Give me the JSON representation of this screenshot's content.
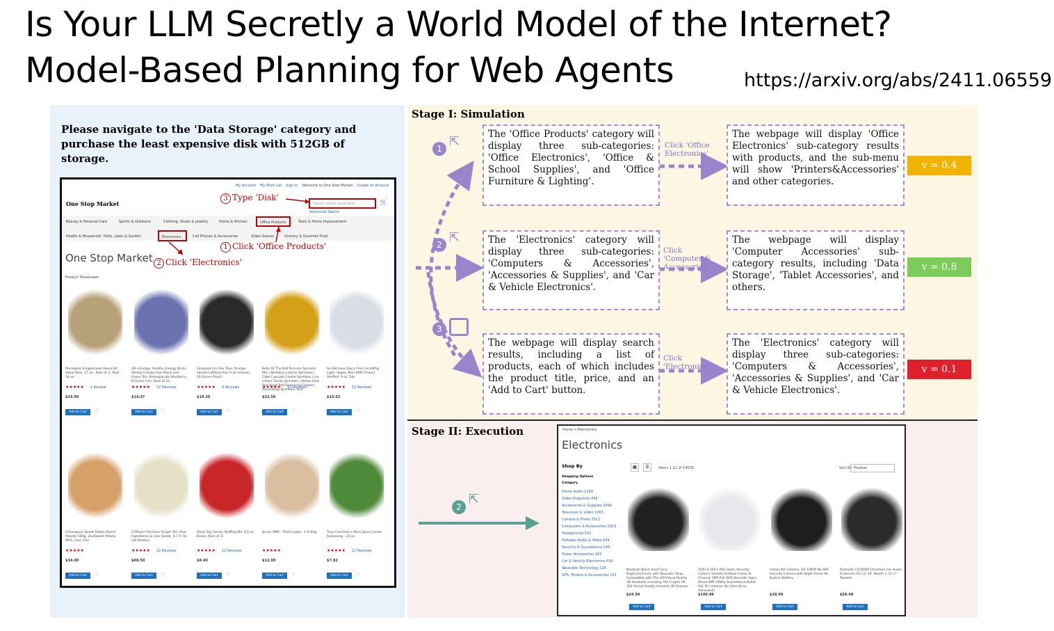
{
  "title_line1": "Is Your LLM Secretly a World Model of the Internet?",
  "title_line2": "Model-Based Planning for Web Agents",
  "arxiv_url": "https://arxiv.org/abs/2411.06559",
  "task_instruction": "Please navigate to the 'Data Storage' category and purchase the least expensive disk with 512GB of storage.",
  "shop": {
    "top_links": [
      "My Account",
      "My Wish List",
      "Sign In",
      "Welcome to One Stop Market",
      "Create an Account"
    ],
    "logo": "One Stop Market",
    "search_placeholder": "Search entire store here...",
    "advanced_search": "Advanced Search",
    "nav_row1": [
      "Beauty & Personal Care",
      "Sports & Outdoors",
      "Clothing, Shoes & Jewelry",
      "Home & Kitchen",
      "Office Products",
      "Tools & Home Improvement"
    ],
    "nav_row2": [
      "Health & Household",
      "Patio, Lawn & Garden",
      "Electronics",
      "Cell Phones & Accessories",
      "Video Games",
      "Grocery & Gourmet Food"
    ],
    "heading": "One Stop Market",
    "showcase": "Product Showcases",
    "cart_label": "Add to Cart",
    "annotations": {
      "type_disk": "Type 'Disk'",
      "click_office": "Click 'Office Products'",
      "click_electronics": "Click 'Electronics'",
      "n1": "1",
      "n2": "2",
      "n3": "3"
    },
    "products_row1": [
      {
        "desc": "Pre-baked Gingerbread House Kit Value Pack, 17 oz., Pack of 2, Total 34 oz.",
        "reviews": "1 Review",
        "price": "$19.99",
        "color": "#b7a17a"
      },
      {
        "desc": "V8 +Energy, Healthy Energy Drink, Steady Energy from Black and Green Tea, Pomegranate Blueberry, 8 Ounce Can ,Pack of 24",
        "reviews": "12 Reviews",
        "price": "$14.47",
        "color": "#6a73b0"
      },
      {
        "desc": "Elmwood Inn Fine Teas, Orange Vanilla Caffeine-free Fruit Infusion, 16-Ounce Pouch",
        "reviews": "4 Reviews",
        "price": "$19.36",
        "color": "#2a2a2a"
      },
      {
        "desc": "Belle Of The Ball Princess Sprinkle Mix | Wedding Colorful Sprinkles | Cake Cupcake Cookie Sprinkles | Ice cream Candy Sprinkles | Yellow Gold Red Royal Red Rose Icing Flowers Decorating Sprinkles, 8OZ",
        "reviews": "12 Reviews",
        "price": "$23.50",
        "color": "#d4a017"
      },
      {
        "desc": "So Delicious Dairy Free CocoWhip Light, Vegan, Non-GMO Project Verified, 9 oz, Tub",
        "reviews": "12 Reviews",
        "price": "$15.62",
        "color": "#d9dde6"
      }
    ],
    "products_row2": [
      {
        "desc": "Cheongeun Sweet Potato Starch Powder 500g, 2ea(Sweet Potato 99%, Corn 1%)",
        "price": "$34.00",
        "color": "#d6a06a"
      },
      {
        "desc": "Q Mixers Premium Ginger Ale: Real Ingredients & Less Sweet, 6.7 Fl Oz (24 Bottles)",
        "reviews": "12 Reviews",
        "price": "$68.50",
        "color": "#e5e0c6"
      },
      {
        "desc": "Stove Top Turkey Stuffing Mix (12 oz Boxes, Pack of 2)",
        "reviews": "12 Reviews",
        "price": "$8.49",
        "color": "#c9262a"
      },
      {
        "desc": "Briess DME - Pilsen Light - 1 lb Bag",
        "price": "$12.99",
        "color": "#d9bfa0"
      },
      {
        "desc": "Tony Chachere's More Spice Creole Seasoning - 14 oz",
        "reviews": "12 Reviews",
        "price": "$7.92",
        "color": "#4f8a3a"
      }
    ]
  },
  "stage1": {
    "title": "Stage I: Simulation",
    "rows": [
      {
        "num": "1",
        "prediction": "The 'Office Products' category will display three sub-categories: 'Office Electronics', 'Office & School Supplies', and 'Office Furniture & Lighting'.",
        "action": "Click 'Office Electronics'",
        "result": "The webpage will display 'Office Electronics' sub-category results with products, and the sub-menu will show 'Printers&Accessories' and other categories.",
        "value": "v = 0.4",
        "value_color": "#f2b300"
      },
      {
        "num": "2",
        "prediction": "The 'Electronics' category will display three sub-categories: 'Computers & Accessories', 'Accessories & Supplies', and 'Car & Vehicle Electronics'.",
        "action": "Click 'Computer & Accessories'",
        "result": "The webpage will display 'Computer Accessories' sub-category results, including 'Data Storage', 'Tablet Accessories', and others.",
        "value": "v = 0.8",
        "value_color": "#7ccc5a"
      },
      {
        "num": "3",
        "prediction": "The webpage will display search results, including a list of products, each of which includes the product title, price, and an 'Add to Cart' button.",
        "action": "Click 'Electronics'",
        "result": "The 'Electronics' category will display three sub-categories: 'Computers & Accessories', 'Accessories & Supplies', and 'Car & Vehicle Electronics'.",
        "value": "v = 0.1",
        "value_color": "#e0202a"
      }
    ]
  },
  "stage2": {
    "title": "Stage II: Execution",
    "num": "2",
    "screenshot": {
      "breadcrumb": "Home > Electronics",
      "heading": "Electronics",
      "shop_by": "Shop By",
      "shopping_options": "Shopping Options",
      "category": "Category",
      "categories": [
        "Home Audio 1269",
        "Video Projectors 494",
        "Accessories & Supplies 2499",
        "Television & Video 1063",
        "Camera & Photo 3512",
        "Computers & Accessories 2929",
        "Headphones 631",
        "Portable Audio & Video 634",
        "Security & Surveillance 249",
        "Power Accessories 243",
        "Car & Vehicle Electronics 639",
        "Wearable Technology 126",
        "GPS, Finders & Accessories 102"
      ],
      "items_count": "Items 1-12 of 14539",
      "sort_by": "Sort By",
      "sort_value": "Position",
      "cart_label": "Add to Cart",
      "products": [
        {
          "desc": "Navitech Black Hard Carry Bag/Case/Cover with Shoulder Strap Compatible with The VR/Virtual Reality 3D Headsets including The Crypto VR 150 Virtual Reality Headset 3D Glasses",
          "price": "$24.99",
          "color": "#222222"
        },
        {
          "desc": "ZOSI H.265+ PoE Home Security Camera System Outdoor Indoor 8-Channel 5MP PoE NVR Recorder Ages Wired 2MP 1080p Surveillance Bullet PoE IP Cameras, No Hard Drive (Renewed)",
          "price": "$169.99",
          "color": "#e8e8ec"
        },
        {
          "desc": "Indoor Pet Camera, HD 1080P No WiFi Security Camera with Night Vision No Built-in Battery",
          "price": "$28.99",
          "color": "#1e1e1e"
        },
        {
          "desc": "Rockville CV10DSP Chuchero Car Audio Enclosure For (2) 10\" Woofs + (2) 3\" Tweeter",
          "price": "$56.48",
          "color": "#2b2b2b"
        }
      ]
    }
  }
}
